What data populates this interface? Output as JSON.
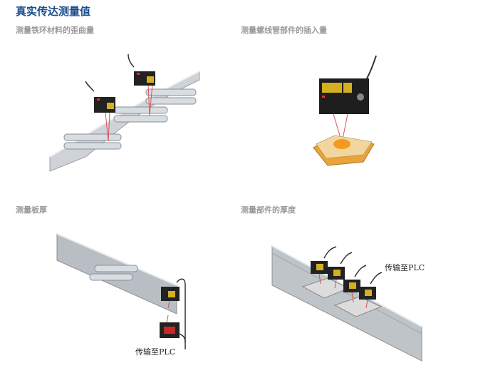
{
  "page": {
    "title": "真实传达测量值"
  },
  "panels": [
    {
      "caption": "测量铁环材料的歪曲量"
    },
    {
      "caption": "测量螺线管部件的插入量"
    },
    {
      "caption": "测量板厚",
      "annotation": "传输至PLC"
    },
    {
      "caption": "测量部件的厚度",
      "annotation": "传输至PLC"
    }
  ],
  "colors": {
    "title": "#1c4d8c",
    "caption": "#9a9a9a",
    "laser": "#e05050",
    "sensor_body": "#222222",
    "sensor_label": "#d4b020"
  }
}
